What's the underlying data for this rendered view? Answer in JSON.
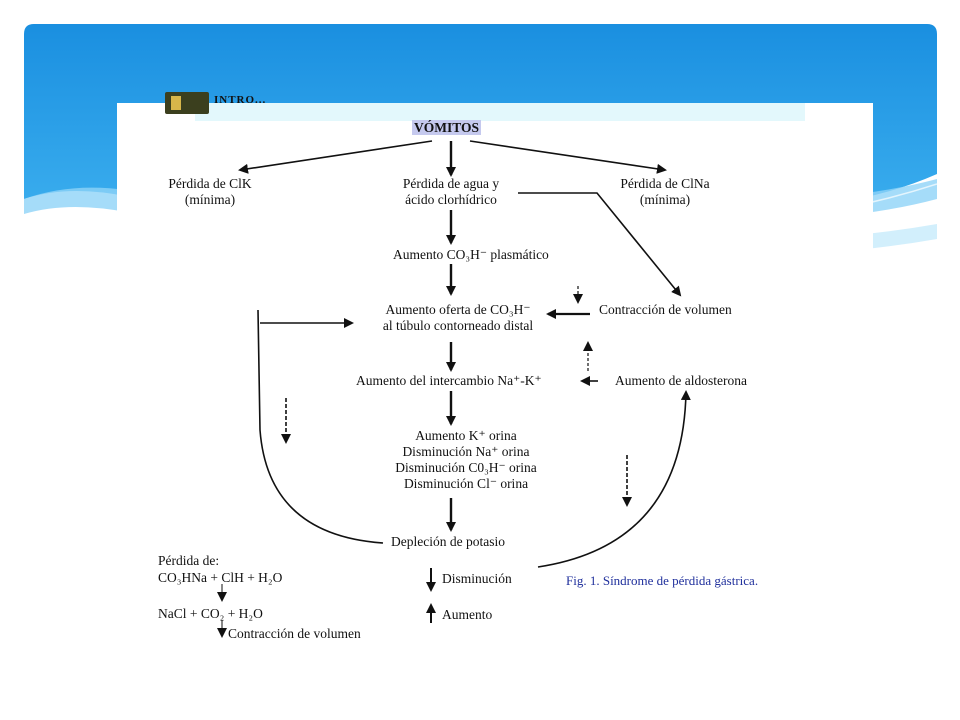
{
  "logo": {
    "text": "INTRO..."
  },
  "nodes": {
    "vomitos": "VÓMITOS",
    "perdida_clk_1": "Pérdida de ClK",
    "perdida_clk_2": "(mínima)",
    "perdida_agua_1": "Pérdida de agua y",
    "perdida_agua_2": "ácido clorhídrico",
    "perdida_clna_1": "Pérdida de ClNa",
    "perdida_clna_2": "(mínima)",
    "aumento_co3h": "Aumento CO₃H⁻ plasmático",
    "aumento_oferta_1": "Aumento oferta de CO₃H⁻",
    "aumento_oferta_2": "al túbulo contorneado distal",
    "contraccion": "Contracción de volumen",
    "intercambio": "Aumento del intercambio Na⁺-K⁺",
    "aldosterona": "Aumento de aldosterona",
    "orina_1": "Aumento K⁺ orina",
    "orina_2": "Disminución Na⁺ orina",
    "orina_3": "Disminución C0₃H⁻ orina",
    "orina_4": "Disminución Cl⁻ orina",
    "deplecion": "Depleción de potasio"
  },
  "equation": {
    "title": "Pérdida de:",
    "line1": "CO₃HNa + ClH + H₂O",
    "line2": "NaCl + CO₂ + H₂O",
    "line3": "Contracción de volumen"
  },
  "legend": {
    "down_label": "Disminución",
    "up_label": "Aumento"
  },
  "caption": "Fig. 1. Síndrome de pérdida gástrica.",
  "colors": {
    "header_blue": "#1e93e0",
    "header_light": "#8fd3f7",
    "caption_blue": "#1f2f9c"
  }
}
